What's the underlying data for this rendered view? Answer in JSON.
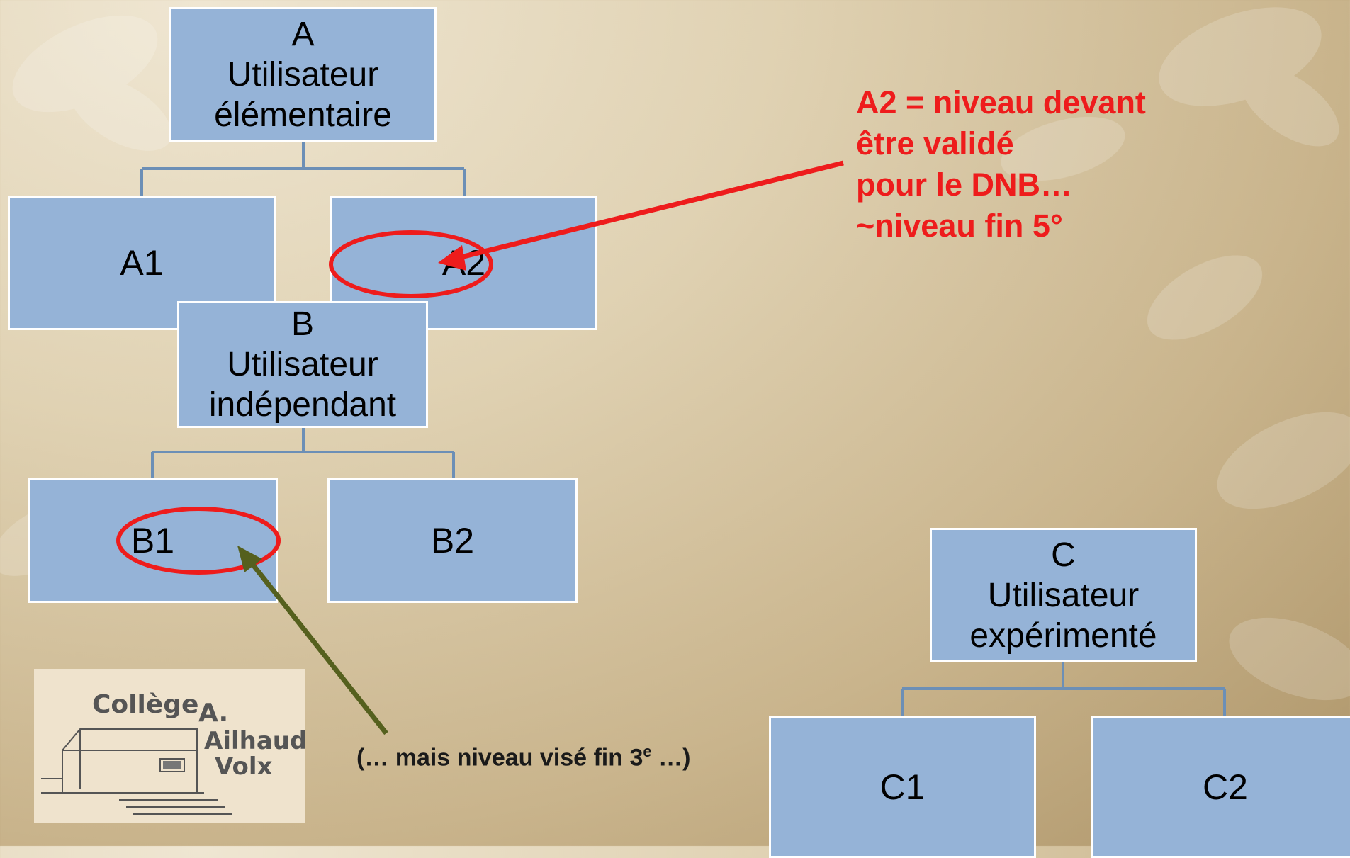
{
  "levels": {
    "A": {
      "letter": "A",
      "line1": "Utilisateur",
      "line2": "élémentaire",
      "children": [
        "A1",
        "A2"
      ]
    },
    "B": {
      "letter": "B",
      "line1": "Utilisateur",
      "line2": "indépendant",
      "children": [
        "B1",
        "B2"
      ]
    },
    "C": {
      "letter": "C",
      "line1": "Utilisateur",
      "line2": "expérimenté",
      "children": [
        "C1",
        "C2"
      ]
    }
  },
  "annotations": {
    "red_note": [
      "A2 = niveau devant",
      "être validé",
      "pour le DNB…",
      "~niveau fin 5°"
    ],
    "green_note": {
      "before": "(… mais niveau  visé fin 3",
      "sup": "e",
      "after": " …)"
    }
  },
  "logo": {
    "line1": "Collège",
    "line2": "A.",
    "line3": "Ailhaud",
    "line4": "Volx"
  },
  "colors": {
    "box_fill": "#95b3d7",
    "connector": "#6c8fb6",
    "red": "#ee1c1c",
    "green_arrow": "#55601e"
  }
}
